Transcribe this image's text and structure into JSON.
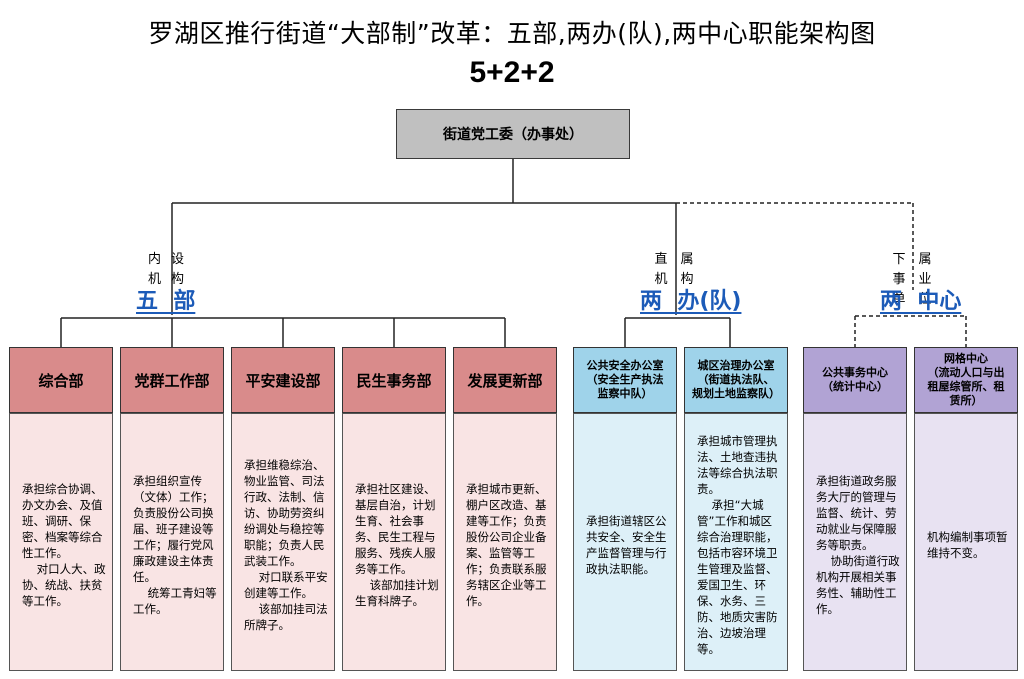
{
  "title": "罗湖区推行街道“大部制”改革：五部,两办(队),两中心职能架构图",
  "subtitle": "5+2+2",
  "top": {
    "label": "街道党工委（办事处）"
  },
  "relations": {
    "internal": "内机设构",
    "direct": "直机属构",
    "subordinate": "下事单属业位"
  },
  "groups": {
    "five": "五  部",
    "two_offices": "两  办(队)",
    "two_centers": "两  中心"
  },
  "departments": [
    {
      "name": "综合部",
      "desc": "承担综合协调、办文办会、及值班、调研、保密、档案等综合性工作。\n    对口人大、政协、统战、扶贫等工作。"
    },
    {
      "name": "党群工作部",
      "desc": "承担组织宣传（文体）工作；负责股份公司换届、班子建设等工作；履行党风廉政建设主体责任。\n    统筹工青妇等工作。"
    },
    {
      "name": "平安建设部",
      "desc": "承担维稳综治、物业监管、司法行政、法制、信访、协助劳资纠纷调处与稳控等职能；负责人民武装工作。\n    对口联系平安创建等工作。\n    该部加挂司法所牌子。"
    },
    {
      "name": "民生事务部",
      "desc": "承担社区建设、基层自治，计划生育、社会事务、民生工程与服务、残疾人服务等工作。\n    该部加挂计划生育科牌子。"
    },
    {
      "name": "发展更新部",
      "desc": "承担城市更新、棚户区改造、基建等工作；负责股份公司企业备案、监管等工作；负责联系服务辖区企业等工作。"
    }
  ],
  "offices": [
    {
      "name": "公共安全办公室\n（安全生产执法\n监察中队）",
      "desc": "承担街道辖区公共安全、安全生产监督管理与行政执法职能。"
    },
    {
      "name": "城区治理办公室\n（街道执法队、\n规划土地监察队）",
      "desc": "承担城市管理执法、土地查违执法等综合执法职责。\n    承担“大城管”工作和城区综合治理职能，包括市容环境卫生管理及监督、爱国卫生、环保、水务、三防、地质灾害防治、边坡治理等。"
    }
  ],
  "centers": [
    {
      "name": "公共事务中心\n（统计中心）",
      "desc": "承担街道政务服务大厅的管理与监督、统计、劳动就业与保障服务等职责。\n    协助街道行政机构开展相关事务性、辅助性工作。"
    },
    {
      "name": "网格中心\n（流动人口与出\n租屋综管所、租\n赁所）",
      "desc": "机构编制事项暂维持不变。"
    }
  ],
  "colors": {
    "dept_head": "#d98b8b",
    "dept_body": "#f9e4e4",
    "office_head": "#9fd3ea",
    "office_body": "#ddf0f8",
    "center_head": "#b1a3d4",
    "center_body": "#e8e2f2",
    "group_label": "#1c5bb8",
    "top_box": "#c0c0c0"
  }
}
